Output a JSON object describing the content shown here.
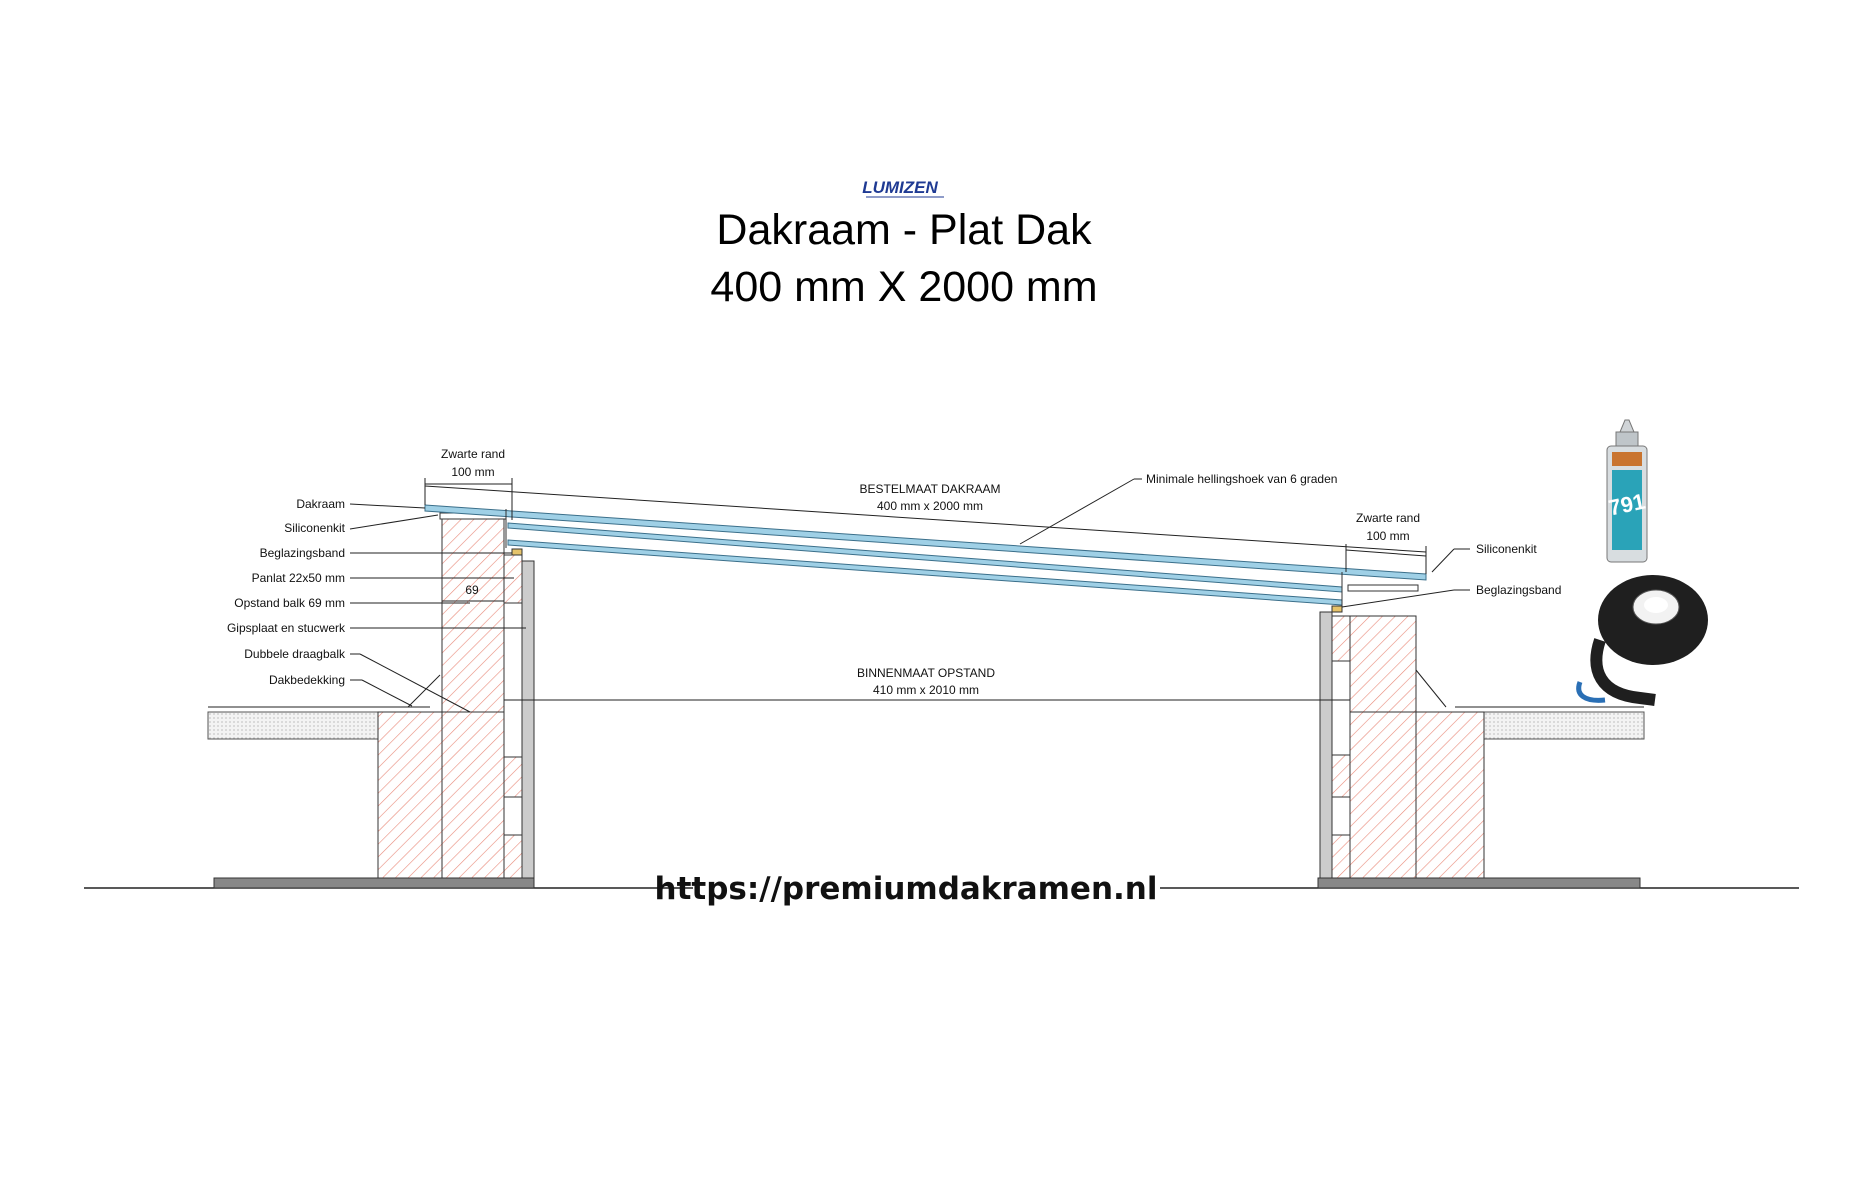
{
  "logo": {
    "text": "LUMIZEN",
    "color": "#1f3a93"
  },
  "title": {
    "line1": "Dakraam - Plat Dak",
    "line2": "400 mm X 2000 mm"
  },
  "left_labels": [
    "Dakraam",
    "Siliconenkit",
    "Beglazingsband",
    "Panlat 22x50 mm",
    "Opstand balk 69 mm",
    "Gipsplaat en stucwerk",
    "Dubbele draagbalk",
    "Dakbedekking"
  ],
  "right_labels": [
    "Siliconenkit",
    "Beglazingsband"
  ],
  "dimensions": {
    "zwarte_rand_left": {
      "line1": "Zwarte rand",
      "line2": "100 mm"
    },
    "zwarte_rand_right": {
      "line1": "Zwarte rand",
      "line2": "100 mm"
    },
    "bestelmaat": {
      "line1": "BESTELMAAT DAKRAAM",
      "line2": "400 mm x 2000 mm"
    },
    "binnenmaat": {
      "line1": "BINNENMAAT OPSTAND",
      "line2": "410 mm x 2010 mm"
    },
    "opstand_width": "69",
    "helling": "Minimale hellingshoek van 6 graden"
  },
  "product": {
    "tube_label": "791"
  },
  "url": "https://premiumdakramen.nl",
  "colors": {
    "glass": "#9fd0e6",
    "glass_edge": "#3b6f8a",
    "hatch": "#e98a7a",
    "tape": "#1f1f1f",
    "tape_blue": "#2a6fb5",
    "tube": "#d8dde0",
    "tube_label": "#2aa3b8"
  }
}
